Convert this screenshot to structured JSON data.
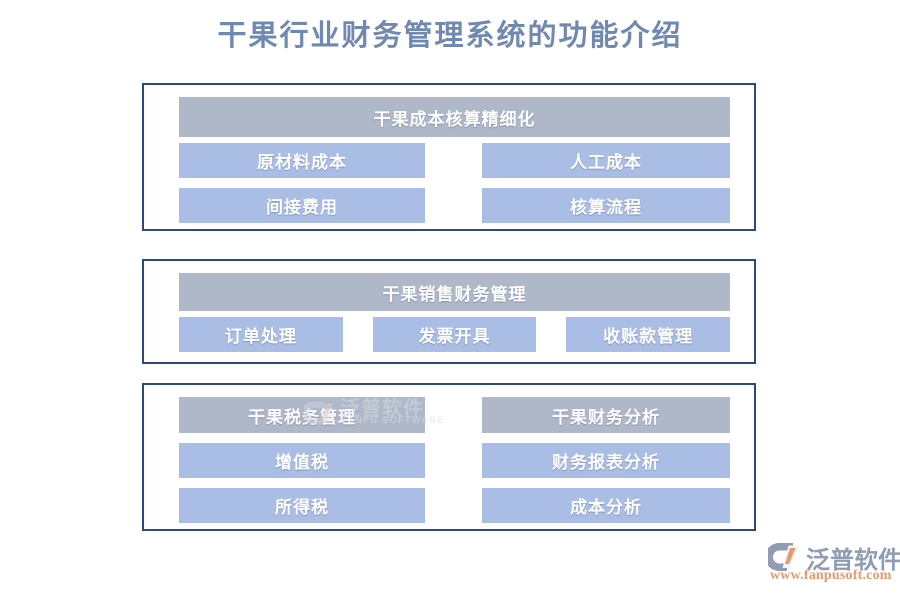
{
  "page": {
    "title": "干果行业财务管理系统的功能介绍",
    "background_color": "#ffffff",
    "title_color": "#7089b0",
    "frame_border_color": "#2e4a7d",
    "header_bar_color": "#aeb8c8",
    "item_bar_color": "#a9bde5",
    "item_text_color": "#ffffff"
  },
  "watermark": {
    "text": "泛普软件",
    "subtext": "FANPU SOFTWARE",
    "icon": "fanpu-logo-mark-icon"
  },
  "sections": [
    {
      "id": "section-0",
      "layout": "header-full-2col",
      "header": "干果成本核算精细化",
      "items": [
        "原材料成本",
        "人工成本",
        "间接费用",
        "核算流程"
      ]
    },
    {
      "id": "section-1",
      "layout": "header-full-3col",
      "header": "干果销售财务管理",
      "items": [
        "订单处理",
        "发票开具",
        "收账款管理"
      ]
    },
    {
      "id": "section-2",
      "layout": "two-groups",
      "groups": [
        {
          "header": "干果税务管理",
          "items": [
            "增值税",
            "所得税"
          ]
        },
        {
          "header": "干果财务分析",
          "items": [
            "财务报表分析",
            "成本分析"
          ]
        }
      ]
    }
  ],
  "brand": {
    "name": "泛普软件",
    "url": "www.fanpusoft.com",
    "icon": "fanpu-logo-mark-icon",
    "name_color": "#8f9cb4",
    "url_color": "#e59a6e"
  }
}
